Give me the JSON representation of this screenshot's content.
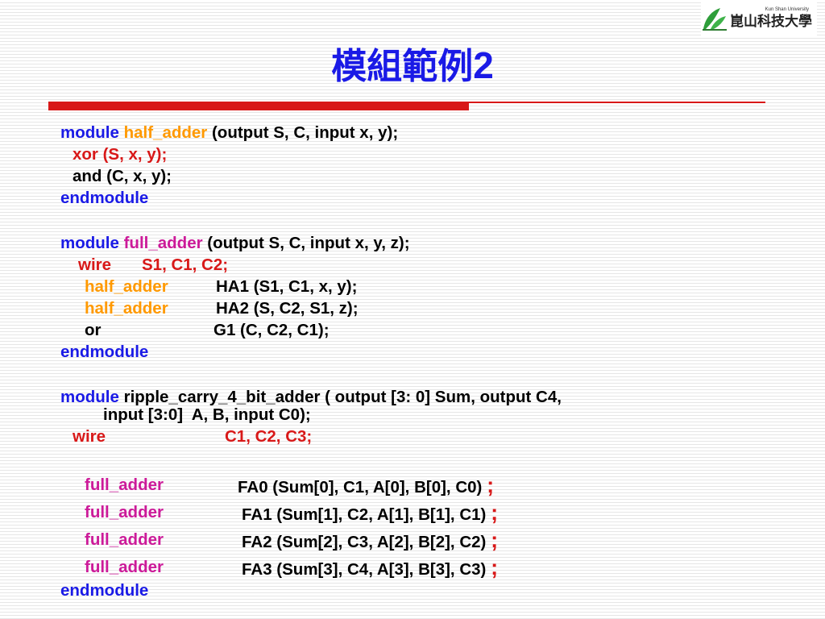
{
  "logo": {
    "text_en": "Kun Shan University",
    "text_zh": "崑山科技大學"
  },
  "title": {
    "text": "模組範例",
    "number": "2"
  },
  "code": {
    "ha_module": "module",
    "ha_name": "half_adder",
    "ha_ports": "(output S, C, input x, y);",
    "ha_xor": "xor (S, x, y);",
    "ha_and": "and (C, x, y);",
    "ha_end": "endmodule",
    "fa_module": "module",
    "fa_name": "full_adder",
    "fa_ports": "(output S, C, input x, y, z);",
    "fa_wire_kw": "wire",
    "fa_wire_list": "S1, C1, C2;",
    "fa_ha_type": "half_adder",
    "fa_ha1": "HA1 (S1, C1, x, y);",
    "fa_ha2": "HA2 (S, C2, S1, z);",
    "fa_or": "or",
    "fa_g1": "G1 (C, C2, C1);",
    "fa_end": "endmodule",
    "rc_module": "module",
    "rc_decl_1": "ripple_carry_4_bit_adder ( output [3: 0] Sum, output C4,",
    "rc_decl_2": "input [3:0]  A, B, input C0);",
    "rc_wire_kw": "wire",
    "rc_wire_list": "C1, C2, C3;",
    "rc_fa_type": "full_adder",
    "rc_fa0": "FA0 (Sum[0], C1, A[0], B[0], C0)",
    "rc_fa1": "FA1 (Sum[1], C2, A[1], B[1], C1)",
    "rc_fa2": "FA2 (Sum[2], C3, A[2], B[2], C2)",
    "rc_fa3": "FA3 (Sum[3], C4, A[3], B[3], C3)",
    "semicolon": ";",
    "rc_end": "endmodule"
  }
}
